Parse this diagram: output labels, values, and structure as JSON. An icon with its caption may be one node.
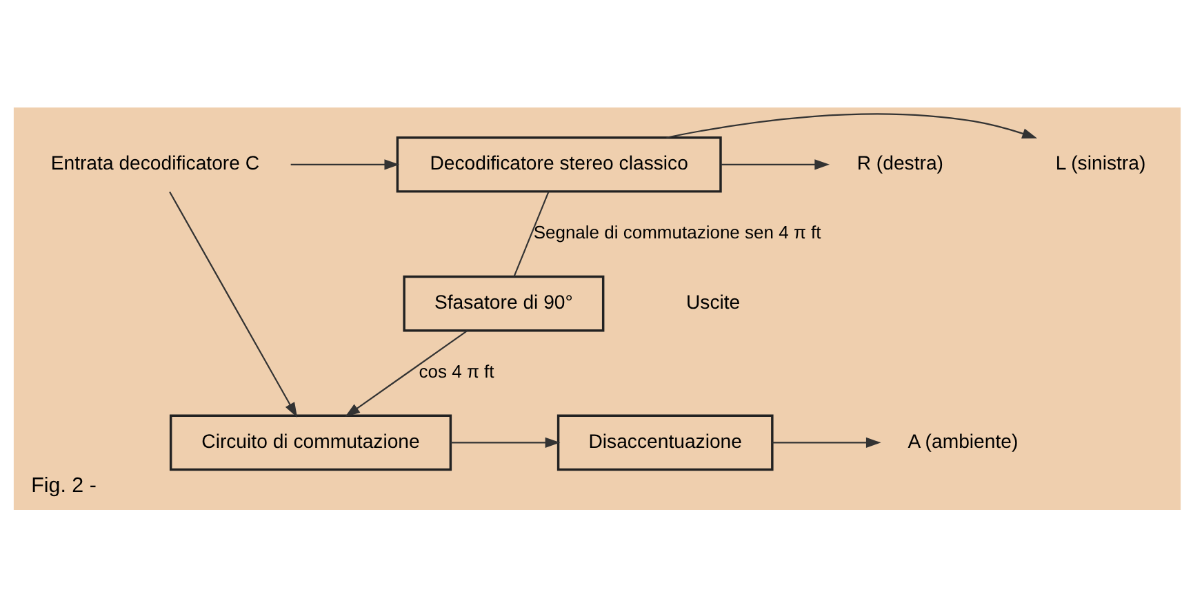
{
  "diagram": {
    "caption": "Fig. 2 -",
    "nodes": [
      {
        "text": [
          "Entrata decodificatore C"
        ]
      },
      {
        "text": [
          "Decodificatore stereo classico"
        ]
      },
      {
        "text": [
          "L (sinistra)"
        ]
      },
      {
        "text": [
          "R (destra)"
        ]
      },
      {
        "text": [
          "Sfasatore di 90°"
        ]
      },
      {
        "text": [
          "Circuito di commutazione"
        ]
      },
      {
        "text": [
          "Disaccentuazione"
        ]
      },
      {
        "text": [
          "A (ambiente)"
        ]
      }
    ],
    "edges": [
      {
        "from": 0,
        "to": 1,
        "arrow": "to"
      },
      {
        "from": 0,
        "to": 5,
        "arrow": "to"
      },
      {
        "from": 1,
        "to": 2,
        "arrow": "to"
      },
      {
        "from": 1,
        "to": 3,
        "arrow": "to"
      },
      {
        "from": 1,
        "to": 4,
        "arrow": "none",
        "label": "Segnale di commutazione sen 4 π ft"
      },
      {
        "from": 4,
        "to": 5,
        "arrow": "to",
        "label": "cos 4 π ft"
      },
      {
        "from": 5,
        "to": 6,
        "arrow": "to"
      },
      {
        "from": 6,
        "to": 7,
        "arrow": "to"
      }
    ],
    "labels": [
      "Uscite"
    ]
  }
}
